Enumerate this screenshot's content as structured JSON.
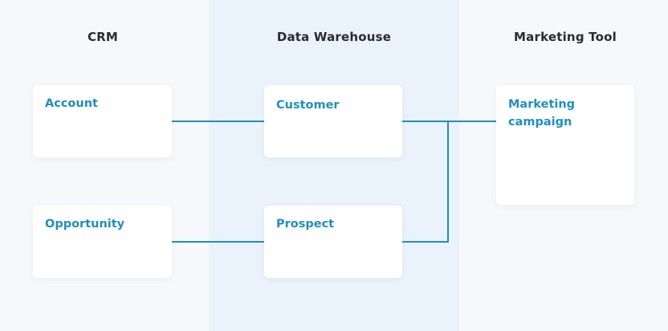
{
  "columns": {
    "crm": {
      "title": "CRM"
    },
    "data_warehouse": {
      "title": "Data Warehouse"
    },
    "marketing_tool": {
      "title": "Marketing Tool"
    }
  },
  "entities": {
    "account": "Account",
    "opportunity": "Opportunity",
    "customer": "Customer",
    "prospect": "Prospect",
    "marketing_campaign": "Marketing campaign"
  },
  "colors": {
    "connector": "#1f8fc0",
    "label": "#1f8fc0",
    "title": "#2b2b30",
    "warehouse_band": "#eaf2fb"
  },
  "connections": [
    {
      "from": "account",
      "to": "customer"
    },
    {
      "from": "opportunity",
      "to": "prospect"
    },
    {
      "from": "customer",
      "to": "marketing_campaign"
    },
    {
      "from": "prospect",
      "to": "marketing_campaign"
    }
  ]
}
